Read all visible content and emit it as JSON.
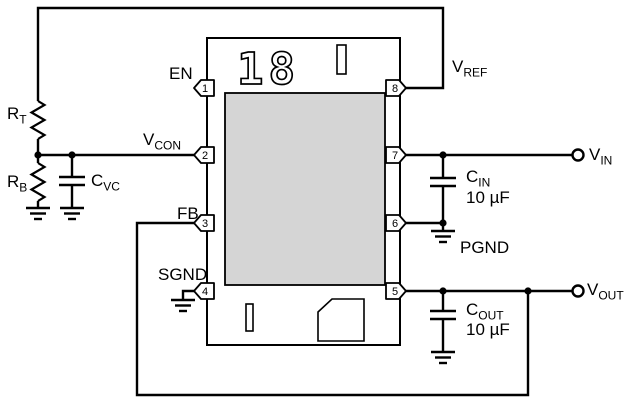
{
  "ic": {
    "marking": "18",
    "pins": {
      "p1": "1",
      "p2": "2",
      "p3": "3",
      "p4": "4",
      "p5": "5",
      "p6": "6",
      "p7": "7",
      "p8": "8"
    }
  },
  "labels": {
    "en": "EN",
    "vcon": {
      "base": "V",
      "sub": "CON"
    },
    "fb": "FB",
    "sgnd": "SGND",
    "vref": {
      "base": "V",
      "sub": "REF"
    },
    "vin": {
      "base": "V",
      "sub": "IN"
    },
    "vout": {
      "base": "V",
      "sub": "OUT"
    },
    "pgnd": "PGND",
    "rt": {
      "base": "R",
      "sub": "T"
    },
    "rb": {
      "base": "R",
      "sub": "B"
    },
    "cvc": {
      "base": "C",
      "sub": "VC"
    },
    "cin": {
      "base": "C",
      "sub": "IN",
      "value": "10 µF"
    },
    "cout": {
      "base": "C",
      "sub": "OUT",
      "value": "10 µF"
    }
  },
  "colors": {
    "wire": "#000000",
    "die_fill": "#d5d5d5",
    "background": "#ffffff"
  }
}
